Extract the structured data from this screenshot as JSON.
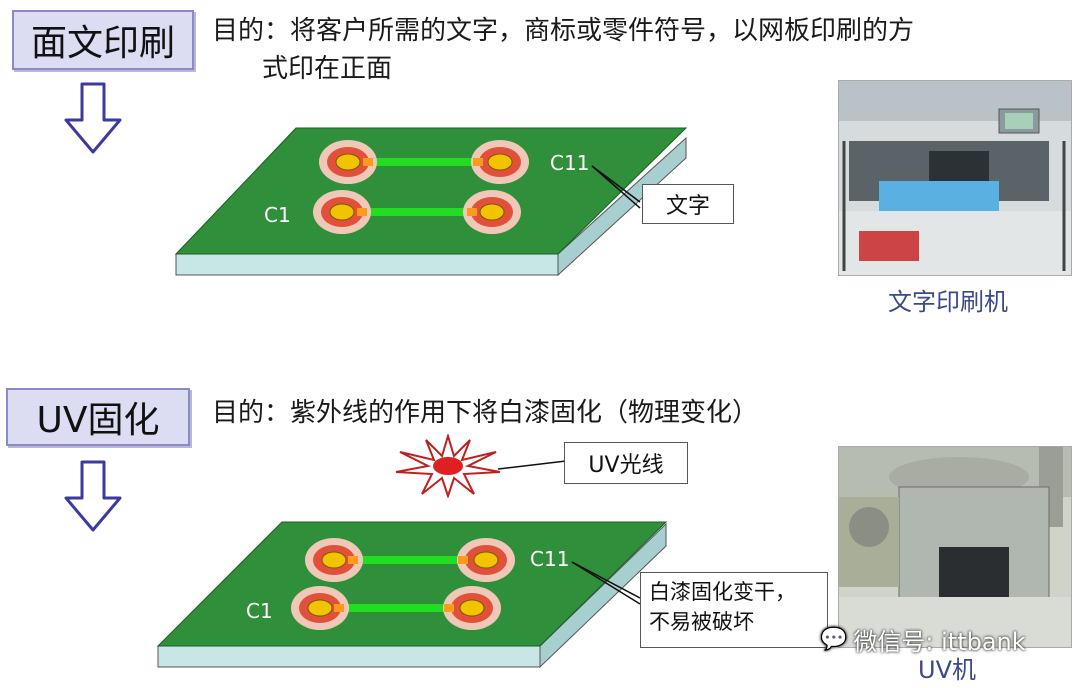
{
  "section1": {
    "step": "面文印刷",
    "purpose_line1": "目的：将客户所需的文字，商标或零件符号，以网板印刷的方",
    "purpose_line2": "式印在正面",
    "label_c1": "C1",
    "label_c11": "C11",
    "callout": "文字",
    "photo_caption": "文字印刷机"
  },
  "section2": {
    "step": "UV固化",
    "purpose": "目的：紫外线的作用下将白漆固化（物理变化）",
    "uv_callout": "UV光线",
    "label_c1": "C1",
    "label_c11": "C11",
    "callout_line1": "白漆固化变干，",
    "callout_line2": "不易被破坏",
    "photo_caption": "UV机"
  },
  "watermark": "微信号: ittbank",
  "colors": {
    "board_top": "#2f8f3a",
    "board_edge": "#c8e6e6",
    "trace": "#22dd22",
    "pad_outer": "#f0c8b8",
    "pad_ring": "#e0503a",
    "pad_core": "#f2c400",
    "step_fill": "#dcdcf2",
    "arrow": "#3a3aa0",
    "caption": "#3a4a8a"
  }
}
